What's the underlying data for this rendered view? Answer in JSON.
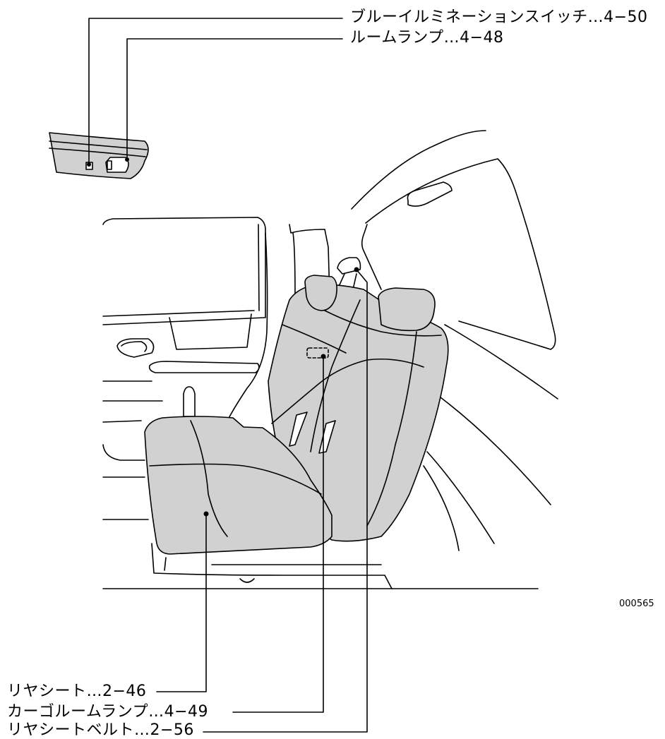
{
  "callouts": {
    "blue_illumination_switch": "ブルーイルミネーションスイッチ…4−50",
    "room_lamp": "ルームランプ…4−48",
    "rear_seat": "リヤシート…2−46",
    "cargo_room_lamp": "カーゴルームランプ…4−49",
    "rear_seat_belt": "リヤシートベルト…2−56"
  },
  "figure_id": "000565",
  "colors": {
    "line": "#000000",
    "seat_fill": "#d1d1d1",
    "background": "#ffffff"
  }
}
